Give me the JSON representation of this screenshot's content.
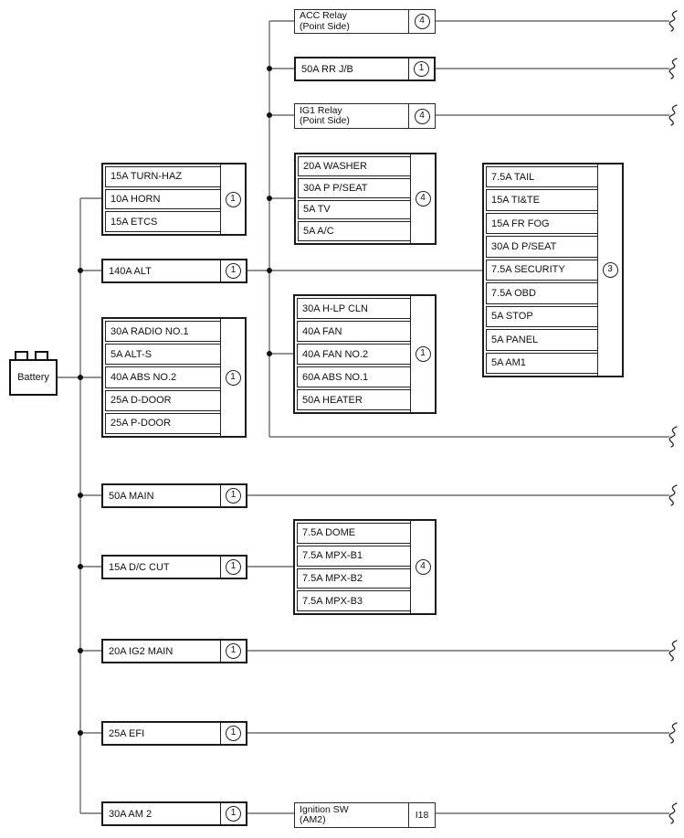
{
  "battery": {
    "label": "Battery"
  },
  "left": {
    "group1": {
      "rows": [
        "15A TURN-HAZ",
        "10A HORN",
        "15A ETCS"
      ],
      "tag": "1"
    },
    "alt": {
      "label": "140A ALT",
      "tag": "1"
    },
    "group2": {
      "rows": [
        "30A RADIO NO.1",
        "5A ALT-S",
        "40A ABS NO.2",
        "25A D-DOOR",
        "25A P-DOOR"
      ],
      "tag": "1"
    },
    "main": {
      "label": "50A MAIN",
      "tag": "1"
    },
    "dccut": {
      "label": "15A D/C CUT",
      "tag": "1"
    },
    "ig2main": {
      "label": "20A IG2 MAIN",
      "tag": "1"
    },
    "efi": {
      "label": "25A EFI",
      "tag": "1"
    },
    "am2": {
      "label": "30A AM 2",
      "tag": "1"
    }
  },
  "middle": {
    "acc_relay": {
      "line1": "ACC Relay",
      "line2": "(Point Side)",
      "tag": "4"
    },
    "rr_jb": {
      "label": "50A RR J/B",
      "tag": "1"
    },
    "ig1_relay": {
      "line1": "IG1 Relay",
      "line2": "(Point Side)",
      "tag": "4"
    },
    "washer_group": {
      "rows": [
        "20A WASHER",
        "30A P P/SEAT",
        "5A TV",
        "5A A/C"
      ],
      "tag": "4"
    },
    "fan_group": {
      "rows": [
        "30A H-LP CLN",
        "40A FAN",
        "40A FAN NO.2",
        "60A ABS NO.1",
        "50A HEATER"
      ],
      "tag": "1"
    },
    "dome_group": {
      "rows": [
        "7.5A DOME",
        "7.5A MPX-B1",
        "7.5A MPX-B2",
        "7.5A MPX-B3"
      ],
      "tag": "4"
    },
    "ignition_sw": {
      "line1": "Ignition SW",
      "line2": "(AM2)",
      "tag": "I18"
    }
  },
  "right": {
    "tail_group": {
      "rows": [
        "7.5A TAIL",
        "15A TI&TE",
        "15A FR FOG",
        "30A D P/SEAT",
        "7.5A SECURITY",
        "7.5A OBD",
        "5A STOP",
        "5A PANEL",
        "5A AM1"
      ],
      "tag": "3"
    }
  },
  "colors": {
    "wire": "#6e6e6e",
    "border": "#1b1b1b",
    "background": "#ffffff"
  }
}
